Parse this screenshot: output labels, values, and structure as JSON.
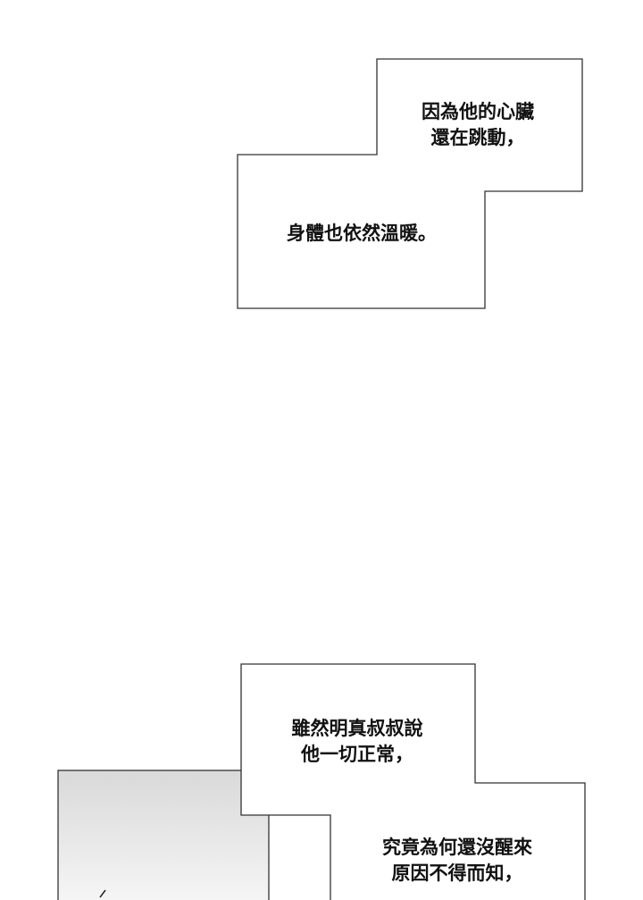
{
  "bubbles": [
    {
      "lines": [
        "因為他的心臟",
        "還在跳動，"
      ]
    },
    {
      "lines": [
        "身體也依然溫暖。"
      ]
    },
    {
      "lines": [
        "雖然明真叔叔說",
        "他一切正常，"
      ]
    },
    {
      "lines": [
        "究竟為何還沒醒來",
        "原因不得而知，"
      ]
    }
  ],
  "colors": {
    "border": "#333333",
    "panel_top": "#d9d9d9",
    "panel_bottom": "#f6f6f6"
  }
}
